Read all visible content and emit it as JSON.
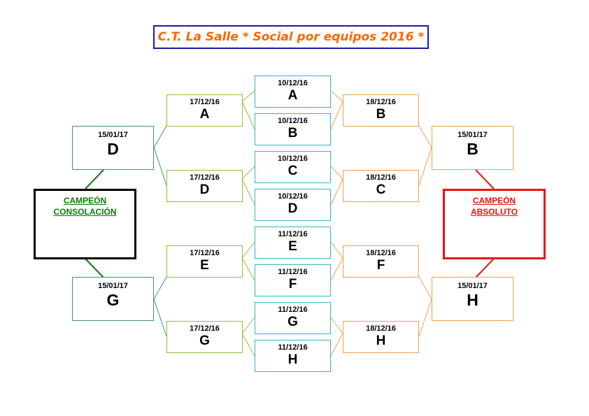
{
  "title": "C.T. La Salle * Social por equipos 2016 *",
  "champions": {
    "consolation": {
      "line1": "CAMPEÓN",
      "line2": "CONSOLACIÓN"
    },
    "absolute": {
      "line1": "CAMPEÓN",
      "line2": "ABSOLUTO"
    }
  },
  "round1": [
    {
      "date": "10/12/16",
      "team": "A"
    },
    {
      "date": "10/12/16",
      "team": "B"
    },
    {
      "date": "10/12/16",
      "team": "C"
    },
    {
      "date": "10/12/16",
      "team": "D"
    },
    {
      "date": "11/12/16",
      "team": "E"
    },
    {
      "date": "11/12/16",
      "team": "F"
    },
    {
      "date": "11/12/16",
      "team": "G"
    },
    {
      "date": "11/12/16",
      "team": "H"
    }
  ],
  "consolation_qf": [
    {
      "date": "17/12/16",
      "team": "A"
    },
    {
      "date": "17/12/16",
      "team": "D"
    },
    {
      "date": "17/12/16",
      "team": "E"
    },
    {
      "date": "17/12/16",
      "team": "G"
    }
  ],
  "winners_qf": [
    {
      "date": "18/12/16",
      "team": "B"
    },
    {
      "date": "18/12/16",
      "team": "C"
    },
    {
      "date": "18/12/16",
      "team": "F"
    },
    {
      "date": "18/12/16",
      "team": "H"
    }
  ],
  "consolation_sf": [
    {
      "date": "15/01/17",
      "team": "D"
    },
    {
      "date": "15/01/17",
      "team": "G"
    }
  ],
  "winners_sf": [
    {
      "date": "15/01/17",
      "team": "B"
    },
    {
      "date": "15/01/17",
      "team": "H"
    }
  ],
  "colors": {
    "title_text": "#ff6600",
    "title_border": "#1a1aa6",
    "round1_border": "#31b5c9",
    "consolation_qf_border": "#8fbf3a",
    "winners_qf_border": "#f0a050",
    "semifinal_border": "#3f8f86",
    "consolation_champion": "#0a7a0a",
    "absolute_champion": "#ee1111"
  }
}
